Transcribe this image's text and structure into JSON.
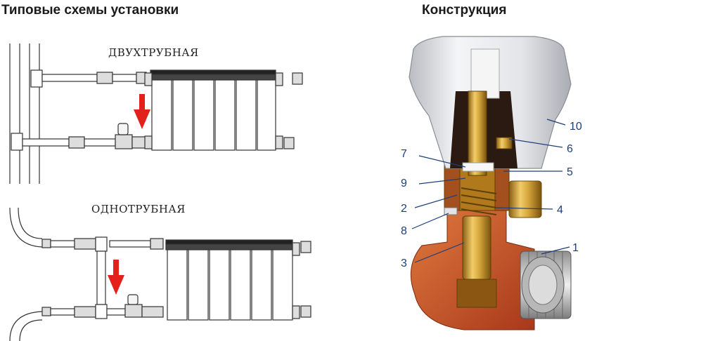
{
  "headings": {
    "installation": "Типовые схемы установки",
    "construction": "Конструкция"
  },
  "schemes": {
    "two_pipe": "ДВУХТРУБНАЯ",
    "one_pipe": "ОДНОТРУБНАЯ"
  },
  "callouts": [
    "10",
    "6",
    "7",
    "5",
    "9",
    "2",
    "4",
    "8",
    "1",
    "3"
  ],
  "colors": {
    "arrow": "#e3201b",
    "callout": "#1e3e7a",
    "brass": "#c99a2e",
    "handle": "#e8e8ea",
    "cutaway": "#c8502a"
  }
}
